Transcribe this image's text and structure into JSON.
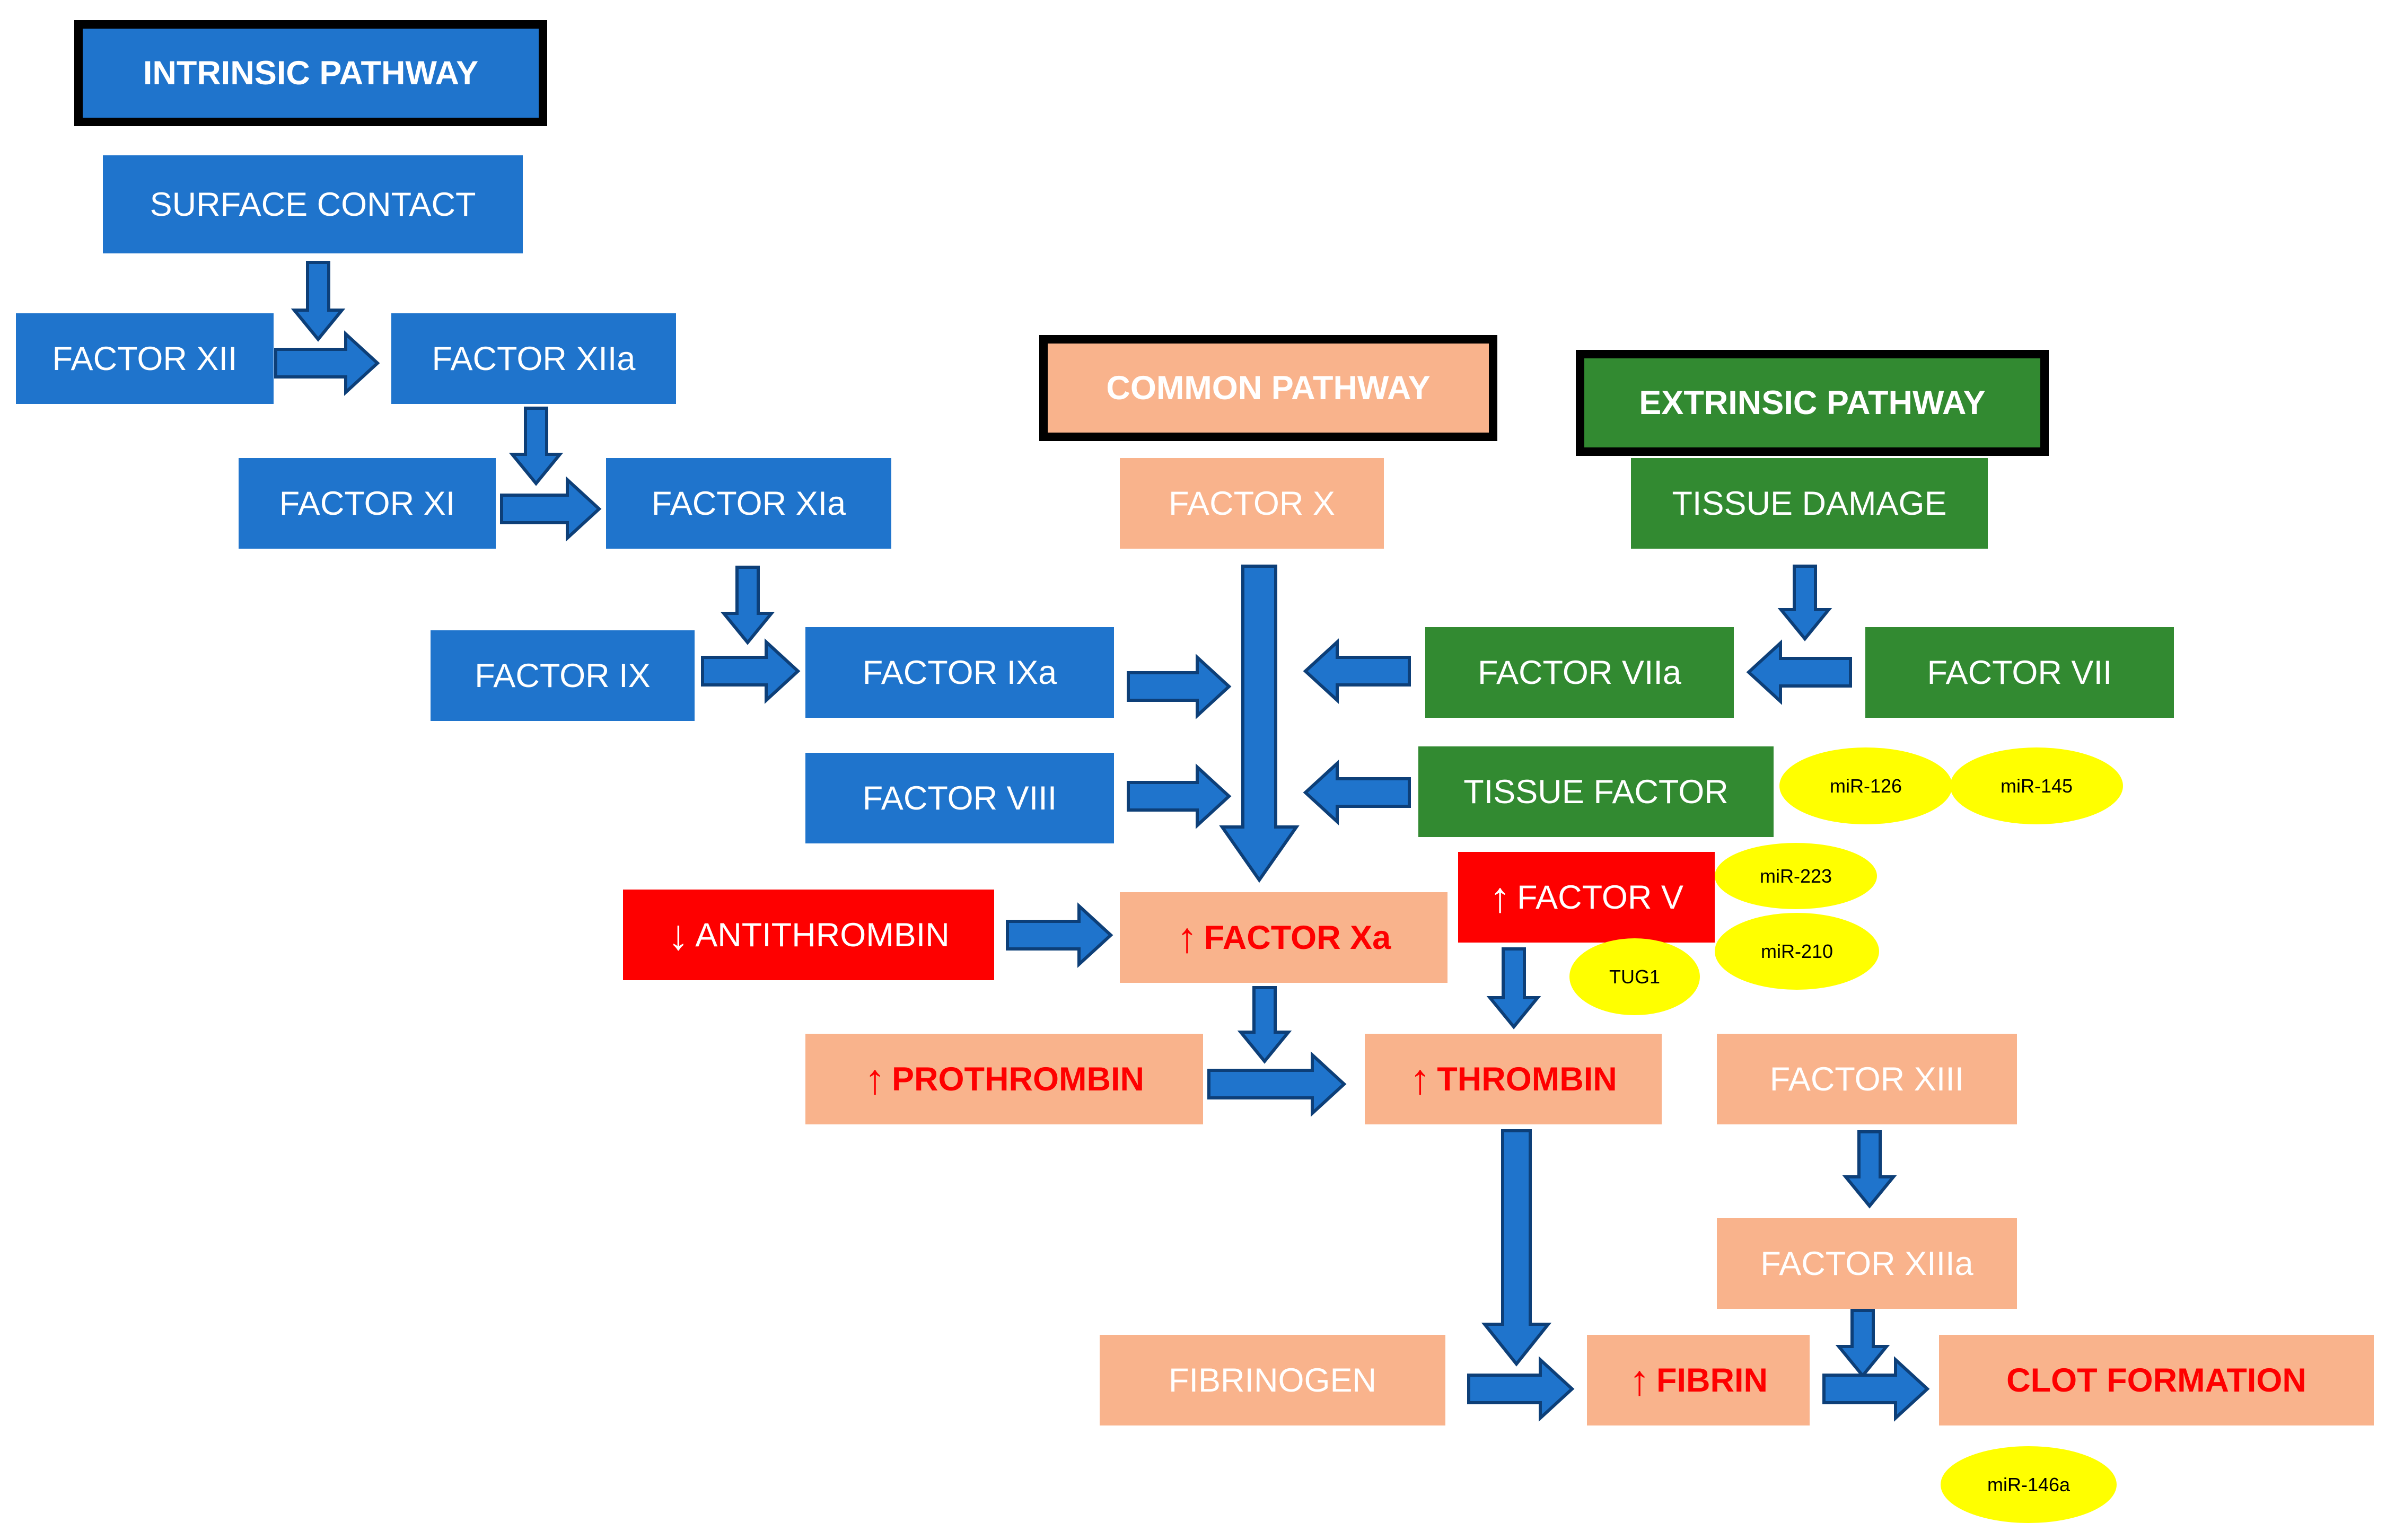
{
  "headers": {
    "intrinsic": "INTRINSIC PATHWAY",
    "common": "COMMON PATHWAY",
    "extrinsic": "EXTRINSIC PATHWAY"
  },
  "intrinsic": {
    "surface_contact": "SURFACE CONTACT",
    "factor_xii": "FACTOR XII",
    "factor_xiia": "FACTOR XIIa",
    "factor_xi": "FACTOR XI",
    "factor_xia": "FACTOR XIa",
    "factor_ix": "FACTOR IX",
    "factor_ixa": "FACTOR IXa",
    "factor_viii": "FACTOR VIII"
  },
  "extrinsic": {
    "tissue_damage": "TISSUE DAMAGE",
    "factor_viia": "FACTOR VIIa",
    "factor_vii": "FACTOR VII",
    "tissue_factor": "TISSUE FACTOR"
  },
  "common": {
    "factor_x": "FACTOR X",
    "factor_xa": "FACTOR Xa",
    "prothrombin": "PROTHROMBIN",
    "thrombin": "THROMBIN",
    "factor_xiii": "FACTOR XIII",
    "factor_xiiia": "FACTOR XIIIa",
    "fibrinogen": "FIBRINOGEN",
    "fibrin": "FIBRIN",
    "clot_formation": "CLOT FORMATION"
  },
  "altered": {
    "antithrombin": "ANTITHROMBIN",
    "factor_v": "FACTOR V"
  },
  "symbols": {
    "up": "↑",
    "down": "↓"
  },
  "regulators": {
    "mir126": "miR-126",
    "mir145": "miR-145",
    "mir223": "miR-223",
    "mir210": "miR-210",
    "tug1": "TUG1",
    "mir146a": "miR-146a"
  },
  "colors": {
    "intrinsic": "#1f74cc",
    "common": "#f9b38c",
    "extrinsic": "#328a31",
    "altered": "#fe0000",
    "regulator": "#ffff00",
    "arrow_fill": "#1f74cc",
    "arrow_stroke": "#0d3f78"
  }
}
